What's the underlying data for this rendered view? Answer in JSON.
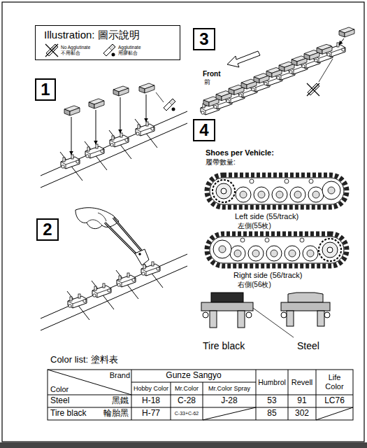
{
  "diagram": {
    "nodes": [
      {
        "text": [
          "Illustration: 圖示說明",
          "No Agglutinate",
          "不用黏合",
          "Agglutinate",
          "用膠黏合"
        ]
      },
      {
        "text": [
          "1"
        ]
      },
      {
        "text": [
          "2"
        ]
      },
      {
        "text": [
          "3"
        ]
      },
      {
        "text": [
          "4"
        ]
      }
    ],
    "labels": [
      "Front",
      "前",
      "Shoes per Vehicle:",
      "履帶數量:",
      "Left side (55/track)",
      "左側(55枚)",
      "Right side (56/track)",
      "右側(56枚)",
      "Tire black",
      "Steel",
      "Color list: 塗料表",
      "Brand",
      "Color",
      "Gunze Sangyo",
      "Humbrol",
      "Revell",
      "Life Color",
      "Hobby Color",
      "Mr.Color",
      "Mr.Color Spray",
      "Steel",
      "黑鐵",
      "H-18",
      "C-28",
      "J-28",
      "53",
      "91",
      "LC76",
      "Tire black",
      "輪胎黑",
      "H-77",
      "C-33+C-62",
      "85",
      "302"
    ]
  }
}
